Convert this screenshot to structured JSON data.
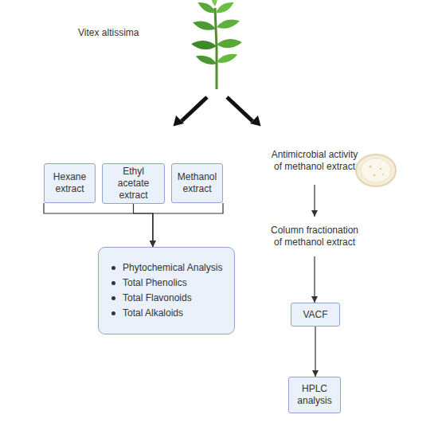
{
  "diagram": {
    "nodes": [
      {
        "text": [
          "Hexane extract"
        ]
      },
      {
        "text": [
          "Ethyl acetate extract"
        ]
      },
      {
        "text": [
          "Methanol extract"
        ]
      },
      {
        "text": [
          "Phytochemical Analysis",
          "Total Phenolics",
          "Total Flavonoids",
          "Total Alkaloids"
        ]
      },
      {
        "text": [
          "Antimicrobial activity of methanol extract"
        ]
      },
      {
        "text": [
          "Column fractionation of methanol extract"
        ]
      },
      {
        "text": [
          "VACF"
        ]
      },
      {
        "text": [
          "HPLC analysis"
        ]
      }
    ],
    "edges": [
      {
        "from": 0,
        "to": 3,
        "arrow": "to"
      },
      {
        "from": 1,
        "to": 3,
        "arrow": "to"
      },
      {
        "from": 2,
        "to": 3,
        "arrow": "to"
      },
      {
        "from": 4,
        "to": 5,
        "arrow": "to"
      },
      {
        "from": 5,
        "to": 6,
        "arrow": "to"
      },
      {
        "from": 6,
        "to": 7,
        "arrow": "to"
      }
    ],
    "labels": [
      "Vitex altissima"
    ]
  }
}
